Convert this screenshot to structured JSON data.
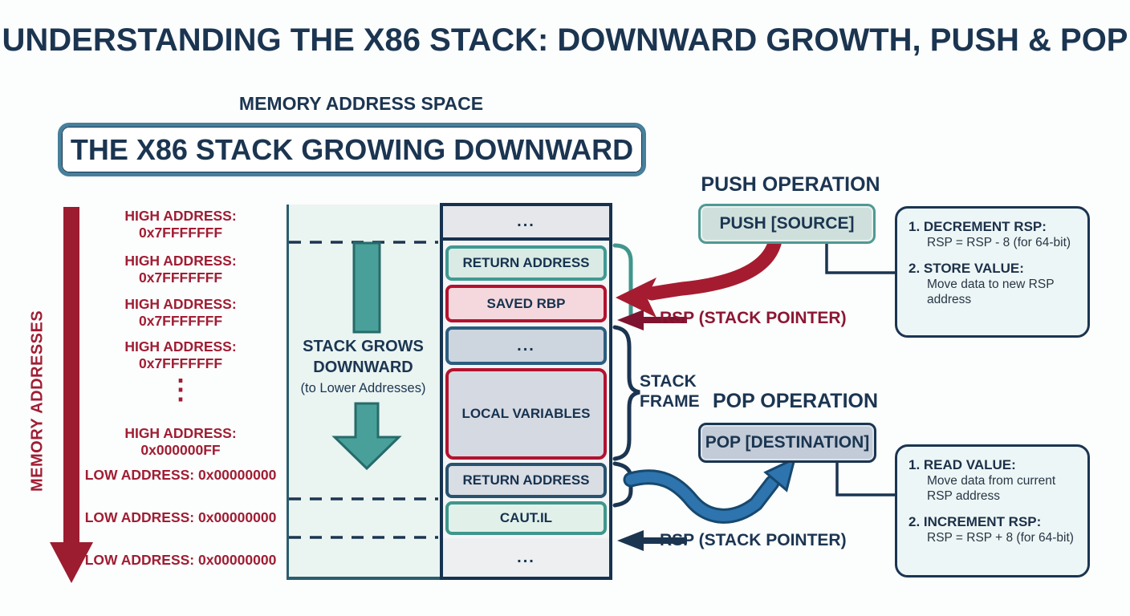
{
  "title": "UNDERSTANDING THE X86 STACK: DOWNWARD GROWTH, PUSH & POP",
  "memory_space": {
    "heading": "MEMORY ADDRESS SPACE",
    "box_title": "THE X86 STACK GROWING DOWNWARD"
  },
  "left_rail": {
    "axis_label": "MEMORY ADDRESSES",
    "addresses": [
      "HIGH ADDRESS: 0x7FFFFFFF",
      "HIGH ADDRESS: 0x7FFFFFFF",
      "HIGH ADDRESS: 0x7FFFFFFF",
      "HIGH ADDRESS: 0x7FFFFFFF",
      "⋮",
      "HIGH ADDRESS: 0x000000FF",
      "LOW ADDRESS: 0x00000000",
      "LOW ADDRESS: 0x00000000",
      "LOW ADDRESS: 0x00000000"
    ]
  },
  "growth_note": {
    "line1": "STACK GROWS",
    "line2": "DOWNWARD",
    "line3": "(to Lower Addresses)"
  },
  "stack": {
    "cells": [
      {
        "label": "...",
        "kind": "ellipsis"
      },
      {
        "label": "RETURN ADDRESS",
        "kind": "teal"
      },
      {
        "label": "SAVED RBP",
        "kind": "red"
      },
      {
        "label": "...",
        "kind": "blue"
      },
      {
        "label": "LOCAL VARIABLES",
        "kind": "red"
      },
      {
        "label": "RETURN ADDRESS",
        "kind": "navy"
      },
      {
        "label": "CAUT.IL",
        "kind": "teal"
      },
      {
        "label": "...",
        "kind": "ellipsis"
      }
    ],
    "frame_label": {
      "line1": "STACK",
      "line2": "FRAME"
    }
  },
  "push_section": {
    "heading": "PUSH OPERATION",
    "button_label": "PUSH [SOURCE]",
    "rsp_label": "RSP (STACK POINTER)",
    "steps": [
      {
        "head": "1. DECREMENT RSP:",
        "body": "RSP = RSP - 8 (for 64-bit)"
      },
      {
        "head": "2. STORE VALUE:",
        "body": "Move data to new RSP address"
      }
    ]
  },
  "pop_section": {
    "heading": "POP OPERATION",
    "button_label": "POP [DESTINATION]",
    "rsp_label": "RSP (STACK POINTER)",
    "steps": [
      {
        "head": "1. READ VALUE:",
        "body": "Move data from current RSP address"
      },
      {
        "head": "2. INCREMENT RSP:",
        "body": "RSP = RSP + 8 (for 64-bit)"
      }
    ]
  },
  "colors": {
    "navy": "#1b3551",
    "crimson": "#a01d33",
    "dark_crimson": "#7e1430",
    "teal": "#3f968c",
    "teal_arrow_fill": "#49a09a",
    "blue_arrow": "#2e74ae",
    "mint_panel": "#eaf4f1",
    "box_border": "#46809b"
  }
}
